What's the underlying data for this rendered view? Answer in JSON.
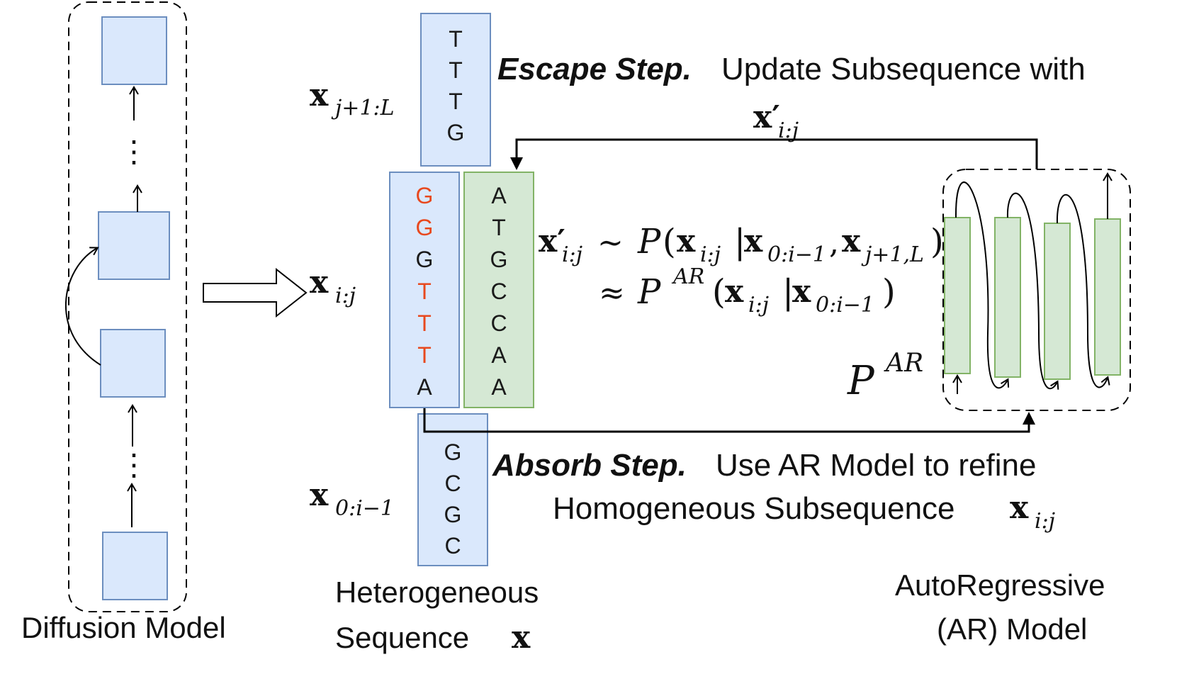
{
  "diffusion": {
    "label": "Diffusion Model",
    "dots": "⋮"
  },
  "heterogeneous": {
    "line1": "Heterogeneous",
    "line2": "Sequence"
  },
  "autoregressive": {
    "line1": "AutoRegressive",
    "line2": "(AR) Model"
  },
  "escape": {
    "title": "Escape Step.",
    "text": "Update Subsequence with"
  },
  "absorb": {
    "title": "Absorb Step.",
    "text1": "Use AR Model to refine",
    "text2": "Homogeneous Subsequence"
  },
  "sequences": {
    "top": [
      "T",
      "T",
      "T",
      "G"
    ],
    "left": [
      {
        "base": "G",
        "highlight": true
      },
      {
        "base": "G",
        "highlight": true
      },
      {
        "base": "G",
        "highlight": false
      },
      {
        "base": "T",
        "highlight": true
      },
      {
        "base": "T",
        "highlight": true
      },
      {
        "base": "T",
        "highlight": true
      },
      {
        "base": "A",
        "highlight": false
      }
    ],
    "right": [
      "A",
      "T",
      "G",
      "C",
      "C",
      "A",
      "A"
    ],
    "bottom": [
      "G",
      "C",
      "G",
      "C"
    ]
  },
  "math": {
    "x_upper": "x",
    "x_upper_sub": "j+1:L",
    "x_mid": "x",
    "x_mid_sub": "i:j",
    "x_lower": "x",
    "x_lower_sub": "0:i−1",
    "x_prime_top": "x′",
    "x_prime_top_sub": "i:j",
    "eq1_lhs": "x′",
    "eq1_lhs_sub": "i:j",
    "eq1_rel": "∼",
    "eq1_P": "P",
    "eq1_open": "(",
    "eq1_x1": "x",
    "eq1_x1_sub": "i:j",
    "eq1_bar": "|",
    "eq1_x2": "x",
    "eq1_x2_sub": "0:i−1",
    "eq1_comma": ",",
    "eq1_x3": "x",
    "eq1_x3_sub": "j+1,L",
    "eq1_close": ")",
    "eq2_rel": "≈",
    "eq2_P": "P",
    "eq2_sup": "AR",
    "eq2_open": "(",
    "eq2_x1": "x",
    "eq2_x1_sub": "i:j",
    "eq2_bar": "|",
    "eq2_x2": "x",
    "eq2_x2_sub": "0:i−1",
    "eq2_close": ")",
    "p_ar": "P",
    "p_ar_sup": "AR",
    "absorb_x": "x",
    "absorb_x_sub": "i:j",
    "seq_x": "x"
  },
  "colors": {
    "blue_fill": "#dae8fc",
    "blue_stroke": "#6c8ebf",
    "green_fill": "#d5e8d4",
    "green_stroke": "#82b366",
    "red_text": "#e8481e"
  }
}
